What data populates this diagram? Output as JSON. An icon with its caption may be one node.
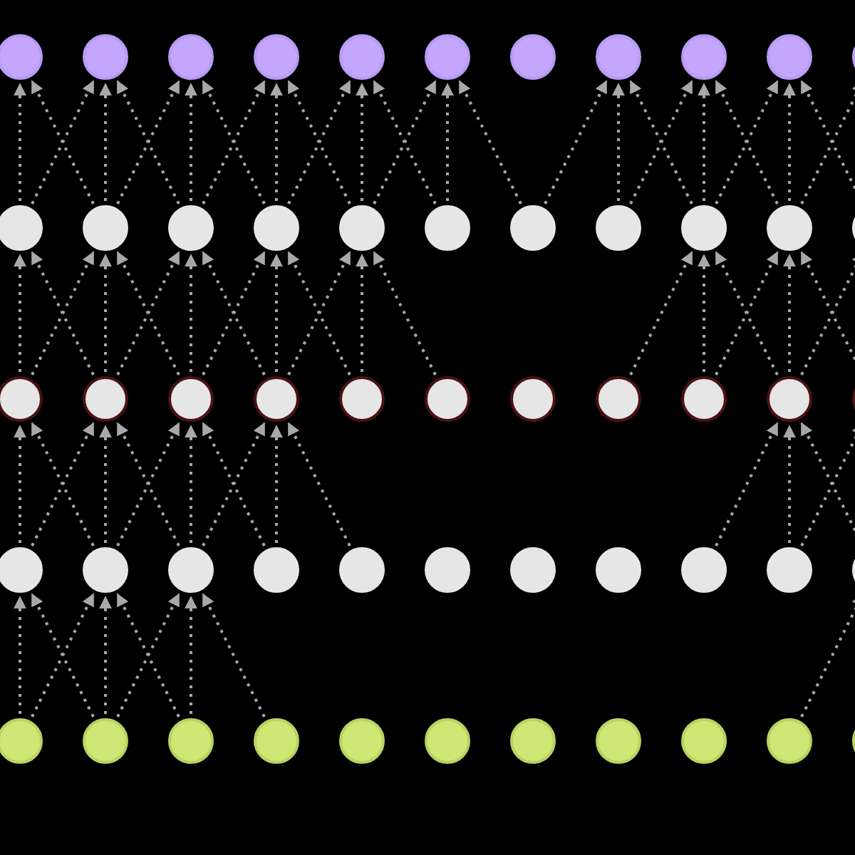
{
  "diagram": {
    "nodes": [
      {
        "text": [],
        "shape": "circle"
      },
      {
        "text": [],
        "shape": "circle"
      },
      {
        "text": [],
        "shape": "circle"
      },
      {
        "text": [],
        "shape": "circle"
      },
      {
        "text": [],
        "shape": "circle"
      },
      {
        "text": [],
        "shape": "circle"
      },
      {
        "text": [],
        "shape": "circle"
      },
      {
        "text": [],
        "shape": "circle"
      },
      {
        "text": [],
        "shape": "circle"
      },
      {
        "text": [],
        "shape": "circle"
      },
      {
        "text": [],
        "shape": "circle"
      },
      {
        "text": [],
        "shape": "circle"
      },
      {
        "text": [],
        "shape": "circle"
      },
      {
        "text": [],
        "shape": "circle"
      },
      {
        "text": [],
        "shape": "circle"
      },
      {
        "text": [],
        "shape": "circle"
      },
      {
        "text": [],
        "shape": "circle"
      },
      {
        "text": [],
        "shape": "circle"
      },
      {
        "text": [],
        "shape": "circle"
      },
      {
        "text": [],
        "shape": "circle"
      },
      {
        "text": [],
        "shape": "circle"
      },
      {
        "text": [],
        "shape": "circle"
      },
      {
        "text": [],
        "shape": "circle"
      },
      {
        "text": [],
        "shape": "circle"
      },
      {
        "text": [],
        "shape": "circle"
      },
      {
        "text": [],
        "shape": "circle"
      },
      {
        "text": [],
        "shape": "circle"
      },
      {
        "text": [],
        "shape": "circle"
      },
      {
        "text": [],
        "shape": "circle"
      },
      {
        "text": [],
        "shape": "circle"
      },
      {
        "text": [],
        "shape": "circle"
      },
      {
        "text": [],
        "shape": "circle"
      },
      {
        "text": [],
        "shape": "circle"
      },
      {
        "text": [],
        "shape": "circle"
      },
      {
        "text": [],
        "shape": "circle"
      },
      {
        "text": [],
        "shape": "circle"
      },
      {
        "text": [],
        "shape": "circle"
      },
      {
        "text": [],
        "shape": "circle"
      },
      {
        "text": [],
        "shape": "circle"
      },
      {
        "text": [],
        "shape": "circle"
      },
      {
        "text": [],
        "shape": "circle"
      },
      {
        "text": [],
        "shape": "circle"
      },
      {
        "text": [],
        "shape": "circle"
      },
      {
        "text": [],
        "shape": "circle"
      },
      {
        "text": [],
        "shape": "circle"
      },
      {
        "text": [],
        "shape": "circle"
      },
      {
        "text": [],
        "shape": "circle"
      },
      {
        "text": [],
        "shape": "circle"
      },
      {
        "text": [],
        "shape": "circle"
      },
      {
        "text": [],
        "shape": "circle"
      },
      {
        "text": [],
        "shape": "circle"
      },
      {
        "text": [],
        "shape": "circle"
      },
      {
        "text": [],
        "shape": "circle"
      },
      {
        "text": [],
        "shape": "circle"
      },
      {
        "text": [],
        "shape": "circle"
      }
    ],
    "edges": [
      {
        "from": 11,
        "to": 0,
        "arrow": "to"
      },
      {
        "from": 12,
        "to": 0,
        "arrow": "to"
      },
      {
        "from": 11,
        "to": 1,
        "arrow": "to"
      },
      {
        "from": 12,
        "to": 1,
        "arrow": "to"
      },
      {
        "from": 13,
        "to": 1,
        "arrow": "to"
      },
      {
        "from": 12,
        "to": 2,
        "arrow": "to"
      },
      {
        "from": 13,
        "to": 2,
        "arrow": "to"
      },
      {
        "from": 14,
        "to": 2,
        "arrow": "to"
      },
      {
        "from": 13,
        "to": 3,
        "arrow": "to"
      },
      {
        "from": 14,
        "to": 3,
        "arrow": "to"
      },
      {
        "from": 15,
        "to": 3,
        "arrow": "to"
      },
      {
        "from": 14,
        "to": 4,
        "arrow": "to"
      },
      {
        "from": 15,
        "to": 4,
        "arrow": "to"
      },
      {
        "from": 16,
        "to": 4,
        "arrow": "to"
      },
      {
        "from": 15,
        "to": 5,
        "arrow": "to"
      },
      {
        "from": 16,
        "to": 5,
        "arrow": "to"
      },
      {
        "from": 17,
        "to": 5,
        "arrow": "to"
      },
      {
        "from": 17,
        "to": 7,
        "arrow": "to"
      },
      {
        "from": 18,
        "to": 7,
        "arrow": "to"
      },
      {
        "from": 19,
        "to": 7,
        "arrow": "to"
      },
      {
        "from": 18,
        "to": 8,
        "arrow": "to"
      },
      {
        "from": 19,
        "to": 8,
        "arrow": "to"
      },
      {
        "from": 20,
        "to": 8,
        "arrow": "to"
      },
      {
        "from": 19,
        "to": 9,
        "arrow": "to"
      },
      {
        "from": 20,
        "to": 9,
        "arrow": "to"
      },
      {
        "from": 21,
        "to": 9,
        "arrow": "to"
      },
      {
        "from": 20,
        "to": 10,
        "arrow": "to"
      },
      {
        "from": 22,
        "to": 11,
        "arrow": "to"
      },
      {
        "from": 23,
        "to": 11,
        "arrow": "to"
      },
      {
        "from": 22,
        "to": 12,
        "arrow": "to"
      },
      {
        "from": 23,
        "to": 12,
        "arrow": "to"
      },
      {
        "from": 24,
        "to": 12,
        "arrow": "to"
      },
      {
        "from": 23,
        "to": 13,
        "arrow": "to"
      },
      {
        "from": 24,
        "to": 13,
        "arrow": "to"
      },
      {
        "from": 25,
        "to": 13,
        "arrow": "to"
      },
      {
        "from": 24,
        "to": 14,
        "arrow": "to"
      },
      {
        "from": 25,
        "to": 14,
        "arrow": "to"
      },
      {
        "from": 26,
        "to": 14,
        "arrow": "to"
      },
      {
        "from": 25,
        "to": 15,
        "arrow": "to"
      },
      {
        "from": 26,
        "to": 15,
        "arrow": "to"
      },
      {
        "from": 27,
        "to": 15,
        "arrow": "to"
      },
      {
        "from": 29,
        "to": 19,
        "arrow": "to"
      },
      {
        "from": 30,
        "to": 19,
        "arrow": "to"
      },
      {
        "from": 31,
        "to": 19,
        "arrow": "to"
      },
      {
        "from": 30,
        "to": 20,
        "arrow": "to"
      },
      {
        "from": 31,
        "to": 20,
        "arrow": "to"
      },
      {
        "from": 32,
        "to": 20,
        "arrow": "to"
      },
      {
        "from": 31,
        "to": 21,
        "arrow": "to"
      },
      {
        "from": 33,
        "to": 22,
        "arrow": "to"
      },
      {
        "from": 34,
        "to": 22,
        "arrow": "to"
      },
      {
        "from": 33,
        "to": 23,
        "arrow": "to"
      },
      {
        "from": 34,
        "to": 23,
        "arrow": "to"
      },
      {
        "from": 35,
        "to": 23,
        "arrow": "to"
      },
      {
        "from": 34,
        "to": 24,
        "arrow": "to"
      },
      {
        "from": 35,
        "to": 24,
        "arrow": "to"
      },
      {
        "from": 36,
        "to": 24,
        "arrow": "to"
      },
      {
        "from": 35,
        "to": 25,
        "arrow": "to"
      },
      {
        "from": 36,
        "to": 25,
        "arrow": "to"
      },
      {
        "from": 37,
        "to": 25,
        "arrow": "to"
      },
      {
        "from": 41,
        "to": 31,
        "arrow": "to"
      },
      {
        "from": 42,
        "to": 31,
        "arrow": "to"
      },
      {
        "from": 43,
        "to": 31,
        "arrow": "to"
      },
      {
        "from": 42,
        "to": 32,
        "arrow": "to"
      },
      {
        "from": 44,
        "to": 33,
        "arrow": "to"
      },
      {
        "from": 45,
        "to": 33,
        "arrow": "to"
      },
      {
        "from": 44,
        "to": 34,
        "arrow": "to"
      },
      {
        "from": 45,
        "to": 34,
        "arrow": "to"
      },
      {
        "from": 46,
        "to": 34,
        "arrow": "to"
      },
      {
        "from": 45,
        "to": 35,
        "arrow": "to"
      },
      {
        "from": 46,
        "to": 35,
        "arrow": "to"
      },
      {
        "from": 47,
        "to": 35,
        "arrow": "to"
      },
      {
        "from": 53,
        "to": 43,
        "arrow": "to"
      }
    ]
  }
}
